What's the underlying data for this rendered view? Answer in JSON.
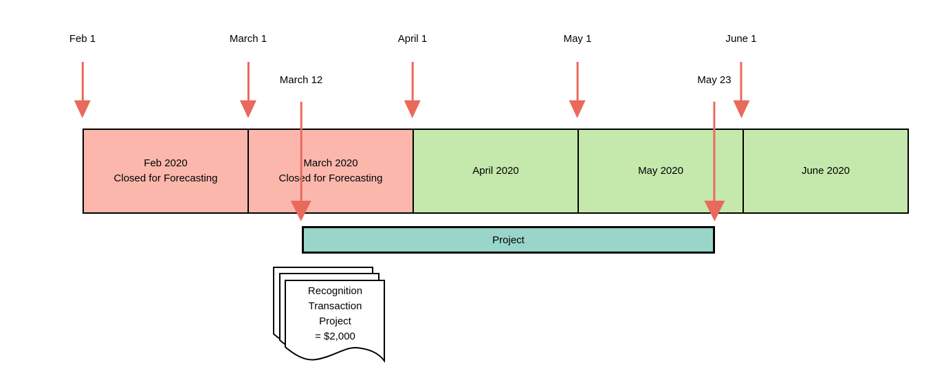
{
  "colors": {
    "closed_fill": "#fcb7ad",
    "open_fill": "#c5e8ac",
    "project_fill": "#9ad5c9",
    "arrow_color": "#e96a5c",
    "border_color": "#000000",
    "text_color": "#000000",
    "background": "#ffffff"
  },
  "date_markers": [
    {
      "label": "Feb 1"
    },
    {
      "label": "March 1"
    },
    {
      "label": "April 1"
    },
    {
      "label": "May 1"
    },
    {
      "label": "June 1"
    },
    {
      "label": "March 12"
    },
    {
      "label": "May 23"
    }
  ],
  "timeline": {
    "segments": [
      {
        "label": "Feb 2020",
        "sublabel": "Closed for Forecasting",
        "status": "closed"
      },
      {
        "label": "March 2020",
        "sublabel": "Closed for Forecasting",
        "status": "closed"
      },
      {
        "label": "April 2020",
        "sublabel": "",
        "status": "open"
      },
      {
        "label": "May 2020",
        "sublabel": "",
        "status": "open"
      },
      {
        "label": "June 2020",
        "sublabel": "",
        "status": "open"
      }
    ]
  },
  "project_bar": {
    "label": "Project"
  },
  "document_note": {
    "lines": [
      "Recognition",
      "Transaction",
      "Project",
      "= $2,000"
    ]
  }
}
